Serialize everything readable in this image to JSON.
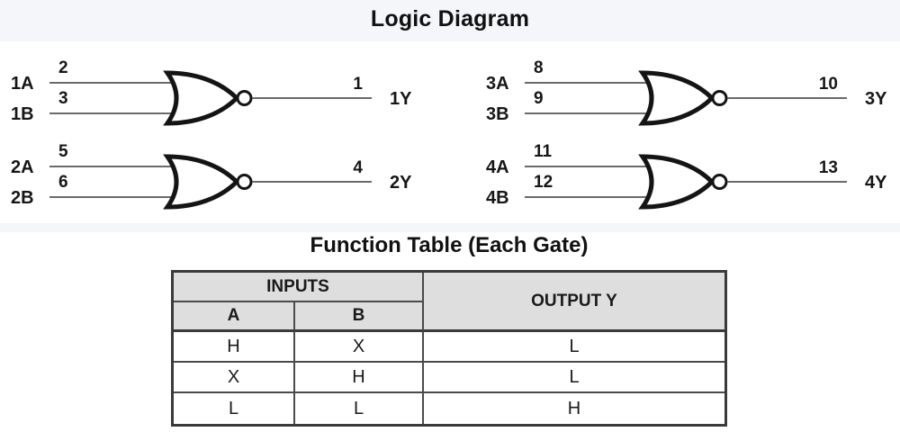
{
  "title": "Logic Diagram",
  "function_table_title": "Function Table (Each Gate)",
  "gate_type": "2-input NOR gate",
  "gates": [
    {
      "input_a_label": "1A",
      "input_a_pin": "2",
      "input_b_label": "1B",
      "input_b_pin": "3",
      "output_pin": "1",
      "output_label": "1Y"
    },
    {
      "input_a_label": "2A",
      "input_a_pin": "5",
      "input_b_label": "2B",
      "input_b_pin": "6",
      "output_pin": "4",
      "output_label": "2Y"
    },
    {
      "input_a_label": "3A",
      "input_a_pin": "8",
      "input_b_label": "3B",
      "input_b_pin": "9",
      "output_pin": "10",
      "output_label": "3Y"
    },
    {
      "input_a_label": "4A",
      "input_a_pin": "11",
      "input_b_label": "4B",
      "input_b_pin": "12",
      "output_pin": "13",
      "output_label": "4Y"
    }
  ],
  "function_table": {
    "inputs_header": "INPUTS",
    "output_header": "OUTPUT Y",
    "col_a_header": "A",
    "col_b_header": "B",
    "rows": [
      {
        "a": "H",
        "b": "X",
        "y": "L"
      },
      {
        "a": "X",
        "b": "H",
        "y": "L"
      },
      {
        "a": "L",
        "b": "L",
        "y": "H"
      }
    ]
  },
  "colors": {
    "band": "#f5f6f9",
    "table_header_bg": "#dedede",
    "wire": "#555555",
    "gate_stroke": "#141414",
    "text": "#161616"
  }
}
